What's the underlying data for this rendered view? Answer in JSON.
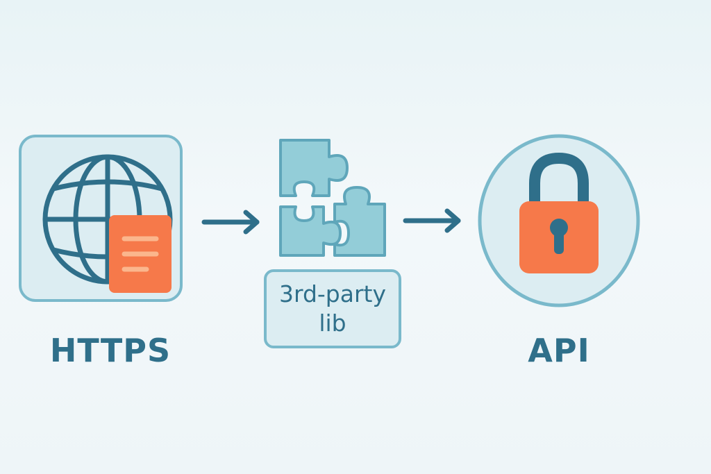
{
  "nodes": {
    "https": {
      "label": "HTTPS",
      "icon": "globe-with-document-icon"
    },
    "library": {
      "label_line1": "3rd-party",
      "label_line2": "lib",
      "icon": "puzzle-pieces-icon"
    },
    "api": {
      "label": "API",
      "icon": "padlock-icon"
    }
  },
  "connectors": [
    {
      "from": "https",
      "to": "library"
    },
    {
      "from": "library",
      "to": "api"
    }
  ],
  "colors": {
    "background": "#eef5f8",
    "accent_dark": "#2f6f8a",
    "outline": "#7ab9cb",
    "panel_fill": "#dcedf2",
    "puzzle_fill": "#93cdd8",
    "orange": "#f6794a",
    "orange_light": "#fbb68d"
  }
}
